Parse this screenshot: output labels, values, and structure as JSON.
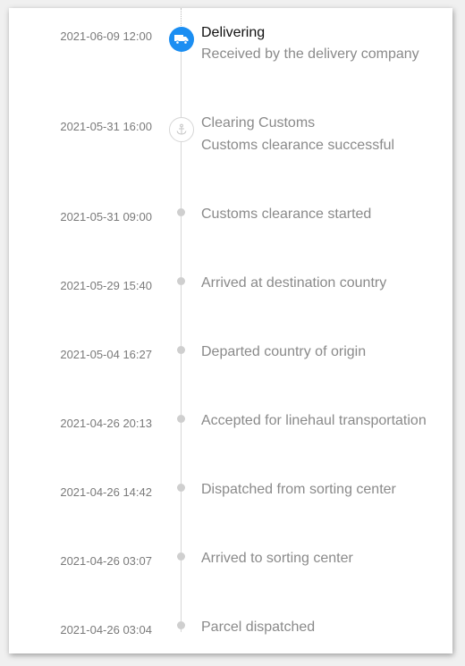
{
  "colors": {
    "accent": "#1b8ef2",
    "active_text": "#111111",
    "muted_text": "#8a8a8a",
    "time_text": "#7a7a7a",
    "line": "#d8d8d8"
  },
  "events": [
    {
      "time": "2021-06-09 12:00",
      "title": "Delivering",
      "subtitle": "Received by the delivery company",
      "status": "active",
      "icon": "delivery-truck-icon"
    },
    {
      "time": "2021-05-31 16:00",
      "title": "Clearing Customs",
      "subtitle": "Customs clearance successful",
      "status": "milestone",
      "icon": "anchor-icon"
    },
    {
      "time": "2021-05-31 09:00",
      "title": "Customs clearance started",
      "status": "past",
      "icon": "timeline-dot-icon"
    },
    {
      "time": "2021-05-29 15:40",
      "title": "Arrived at destination country",
      "status": "past",
      "icon": "timeline-dot-icon"
    },
    {
      "time": "2021-05-04 16:27",
      "title": "Departed country of origin",
      "status": "past",
      "icon": "timeline-dot-icon"
    },
    {
      "time": "2021-04-26 20:13",
      "title": "Accepted for linehaul transportation",
      "status": "past",
      "icon": "timeline-dot-icon"
    },
    {
      "time": "2021-04-26 14:42",
      "title": "Dispatched from sorting center",
      "status": "past",
      "icon": "timeline-dot-icon"
    },
    {
      "time": "2021-04-26 03:07",
      "title": "Arrived to sorting center",
      "status": "past",
      "icon": "timeline-dot-icon"
    },
    {
      "time": "2021-04-26 03:04",
      "title": "Parcel dispatched",
      "status": "past",
      "icon": "timeline-dot-icon"
    }
  ]
}
